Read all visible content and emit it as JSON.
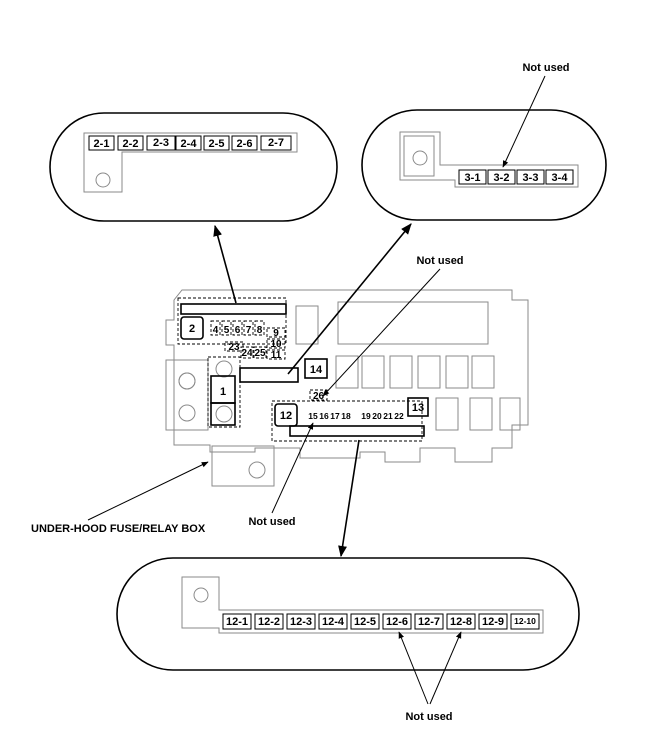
{
  "labels": {
    "not_used": "Not used",
    "box_name": "UNDER-HOOD FUSE/RELAY BOX"
  },
  "detail_2": {
    "fuses": [
      "2-1",
      "2-2",
      "2-3",
      "2-4",
      "2-5",
      "2-6",
      "2-7"
    ]
  },
  "detail_3": {
    "fuses": [
      "3-1",
      "3-2",
      "3-3",
      "3-4"
    ]
  },
  "detail_12": {
    "fuses": [
      "12-1",
      "12-2",
      "12-3",
      "12-4",
      "12-5",
      "12-6",
      "12-7",
      "12-8",
      "12-9",
      "12-10"
    ]
  },
  "box_fuses": {
    "f1": "1",
    "f2": "2",
    "f4": "4",
    "f5": "5",
    "f6": "6",
    "f7": "7",
    "f8": "8",
    "f9": "9",
    "f10": "10",
    "f11": "11",
    "f12": "12",
    "f13": "13",
    "f14": "14",
    "f15": "15",
    "f16": "16",
    "f17": "17",
    "f18": "18",
    "f19": "19",
    "f20": "20",
    "f21": "21",
    "f22": "22",
    "f23": "23",
    "f24": "24",
    "f25": "25",
    "f26": "26"
  }
}
